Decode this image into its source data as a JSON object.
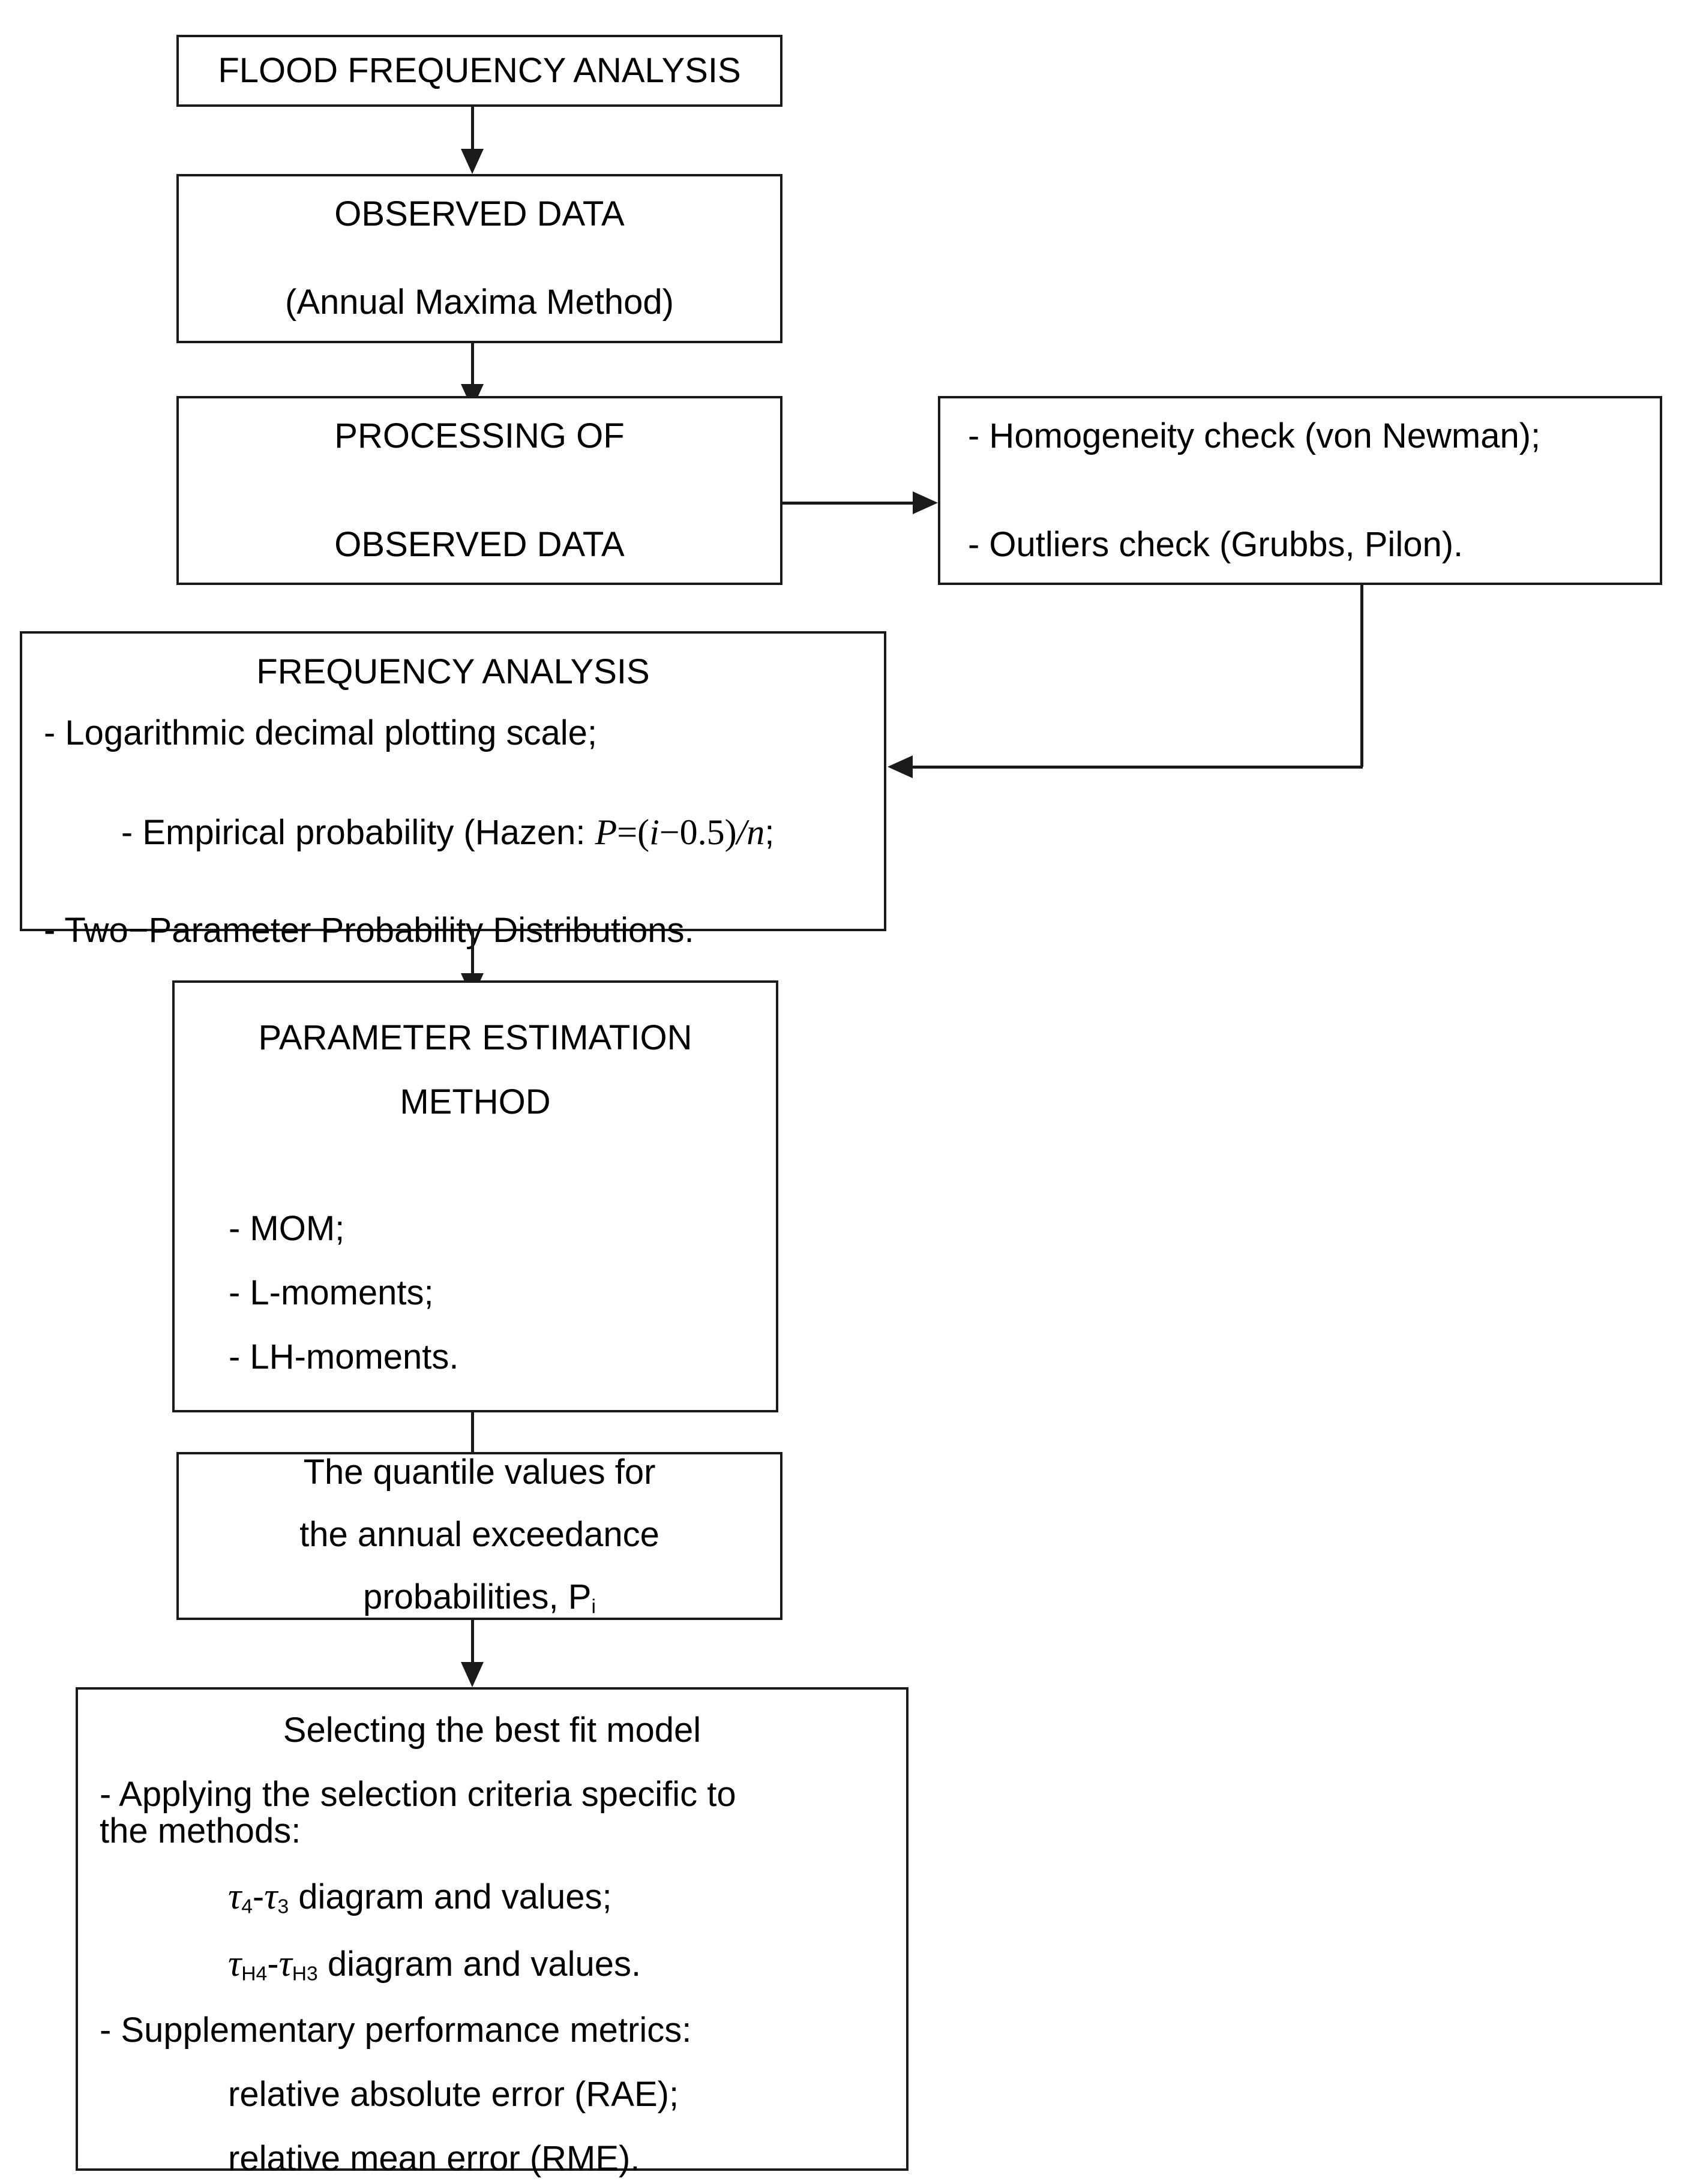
{
  "chart_data": {
    "type": "diagram",
    "title": "Flood Frequency Analysis flowchart",
    "nodes": [
      {
        "id": "n1",
        "label": "FLOOD FREQUENCY ANALYSIS"
      },
      {
        "id": "n2",
        "label": "OBSERVED DATA (Annual Maxima Method)"
      },
      {
        "id": "n3",
        "label": "PROCESSING OF OBSERVED DATA"
      },
      {
        "id": "n4",
        "label": "- Homogeneity check (von Newman); - Outliers check (Grubbs, Pilon)."
      },
      {
        "id": "n5",
        "label": "FREQUENCY ANALYSIS"
      },
      {
        "id": "n6",
        "label": "PARAMETER ESTIMATION METHOD"
      },
      {
        "id": "n7",
        "label": "The quantile values for the annual exceedance probabilities, Pi"
      },
      {
        "id": "n8",
        "label": "Selecting the best fit model"
      }
    ],
    "edges": [
      {
        "from": "n1",
        "to": "n2",
        "direction": "down"
      },
      {
        "from": "n2",
        "to": "n3",
        "direction": "down"
      },
      {
        "from": "n3",
        "to": "n4",
        "direction": "right"
      },
      {
        "from": "n4",
        "to": "n5",
        "direction": "down-left"
      },
      {
        "from": "n5",
        "to": "n6",
        "direction": "down"
      },
      {
        "from": "n6",
        "to": "n7",
        "direction": "down"
      },
      {
        "from": "n7",
        "to": "n8",
        "direction": "down"
      }
    ]
  },
  "colors": {
    "border": "#1a1a1a",
    "text": "#000000",
    "background": "#ffffff"
  },
  "nodes": {
    "flood_frequency_analysis": {
      "title": "FLOOD FREQUENCY ANALYSIS"
    },
    "observed_data": {
      "line1": "OBSERVED DATA",
      "line2": "(Annual Maxima Method)"
    },
    "processing_observed_data": {
      "line1": "PROCESSING OF",
      "line2": "OBSERVED DATA"
    },
    "checks": {
      "item1": "- Homogeneity check (von Newman);",
      "item2": "- Outliers check (Grubbs, Pilon)."
    },
    "frequency_analysis": {
      "title": "FREQUENCY ANALYSIS",
      "item1": "- Logarithmic decimal plotting scale;",
      "item2_prefix": "- Empirical probability (Hazen: ",
      "formula": {
        "p": "P",
        "equals": "=",
        "open_paren": "(",
        "i": "i",
        "minus": "−",
        "value": "0.5",
        "close_paren": ")",
        "slash": "/",
        "n": "n"
      },
      "item2_suffix": ";",
      "item3": "- Two−Parameter Probability Distributions."
    },
    "parameter_estimation": {
      "title_line1": "PARAMETER ESTIMATION",
      "title_line2": "METHOD",
      "item1": "- MOM;",
      "item2": "- L-moments;",
      "item3": "- LH-moments."
    },
    "quantile_values": {
      "line1": "The quantile values for",
      "line2": "the annual exceedance",
      "line3_prefix": "probabilities, P",
      "line3_sub": "i"
    },
    "best_fit_model": {
      "title": "Selecting the best fit model",
      "item1_line1": "- Applying the selection criteria specific to",
      "item1_line2": "the methods:",
      "criterion1": {
        "tau": "τ",
        "sub_a": "4",
        "dash": "-",
        "tau2": "τ",
        "sub_b": "3",
        "text": " diagram and values;"
      },
      "criterion2": {
        "tau": "τ",
        "sub_a": "H4",
        "dash": "-",
        "tau2": "τ",
        "sub_b": "H3",
        "text": " diagram and values."
      },
      "item2": "- Supplementary performance metrics:",
      "metric1": "relative absolute error (RAE);",
      "metric2": "relative mean error (RME)."
    }
  }
}
